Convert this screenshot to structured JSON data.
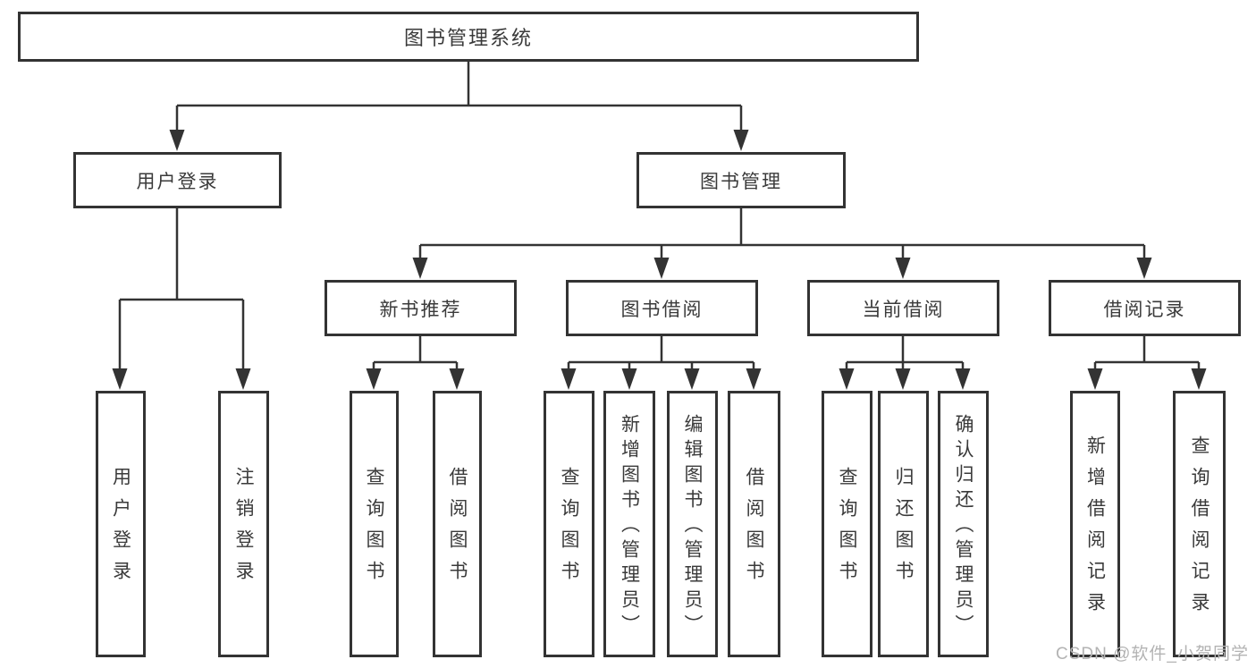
{
  "tree": {
    "root": "图书管理系统",
    "children": [
      {
        "label": "用户登录",
        "children": [
          "用户登录",
          "注销登录"
        ]
      },
      {
        "label": "图书管理",
        "children": [
          {
            "label": "新书推荐",
            "children": [
              "查询图书",
              "借阅图书"
            ]
          },
          {
            "label": "图书借阅",
            "children": [
              "查询图书",
              "新增图书（管理员）",
              "编辑图书（管理员）",
              "借阅图书"
            ]
          },
          {
            "label": "当前借阅",
            "children": [
              "查询图书",
              "归还图书",
              "确认归还（管理员）"
            ]
          },
          {
            "label": "借阅记录",
            "children": [
              "新增借阅记录",
              "查询借阅记录"
            ]
          }
        ]
      }
    ]
  },
  "watermark": {
    "text": "CSDN @软件_小贺同学"
  },
  "colors": {
    "line": "#333333",
    "text": "#3a3a3a",
    "box_fill": "#ffffff",
    "watermark": "#b3b3b3"
  }
}
